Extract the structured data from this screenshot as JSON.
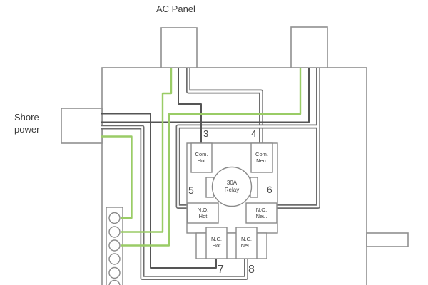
{
  "labels": {
    "ac_panel": "AC Panel",
    "shore_line1": "Shore",
    "shore_line2": "power"
  },
  "relay": {
    "rating_line1": "30A",
    "rating_line2": "Relay",
    "terminals": {
      "com_hot": {
        "line1": "Com.",
        "line2": "Hot"
      },
      "com_neu": {
        "line1": "Com.",
        "line2": "Neu."
      },
      "no_hot": {
        "line1": "N.O.",
        "line2": "Hot"
      },
      "no_neu": {
        "line1": "N.O.",
        "line2": "Neu."
      },
      "nc_hot": {
        "line1": "N.C.",
        "line2": "Hot"
      },
      "nc_neu": {
        "line1": "N.C.",
        "line2": "Neu."
      }
    },
    "pins": {
      "p3": "3",
      "p4": "4",
      "p5": "5",
      "p6": "6",
      "p7": "7",
      "p8": "8"
    }
  },
  "colors": {
    "wire_green": "#9ACC66",
    "wire_dark": "#555555",
    "cable_gray": "#6E6E6E",
    "box_border": "#8F8F8F",
    "text": "#3D3D3D"
  }
}
